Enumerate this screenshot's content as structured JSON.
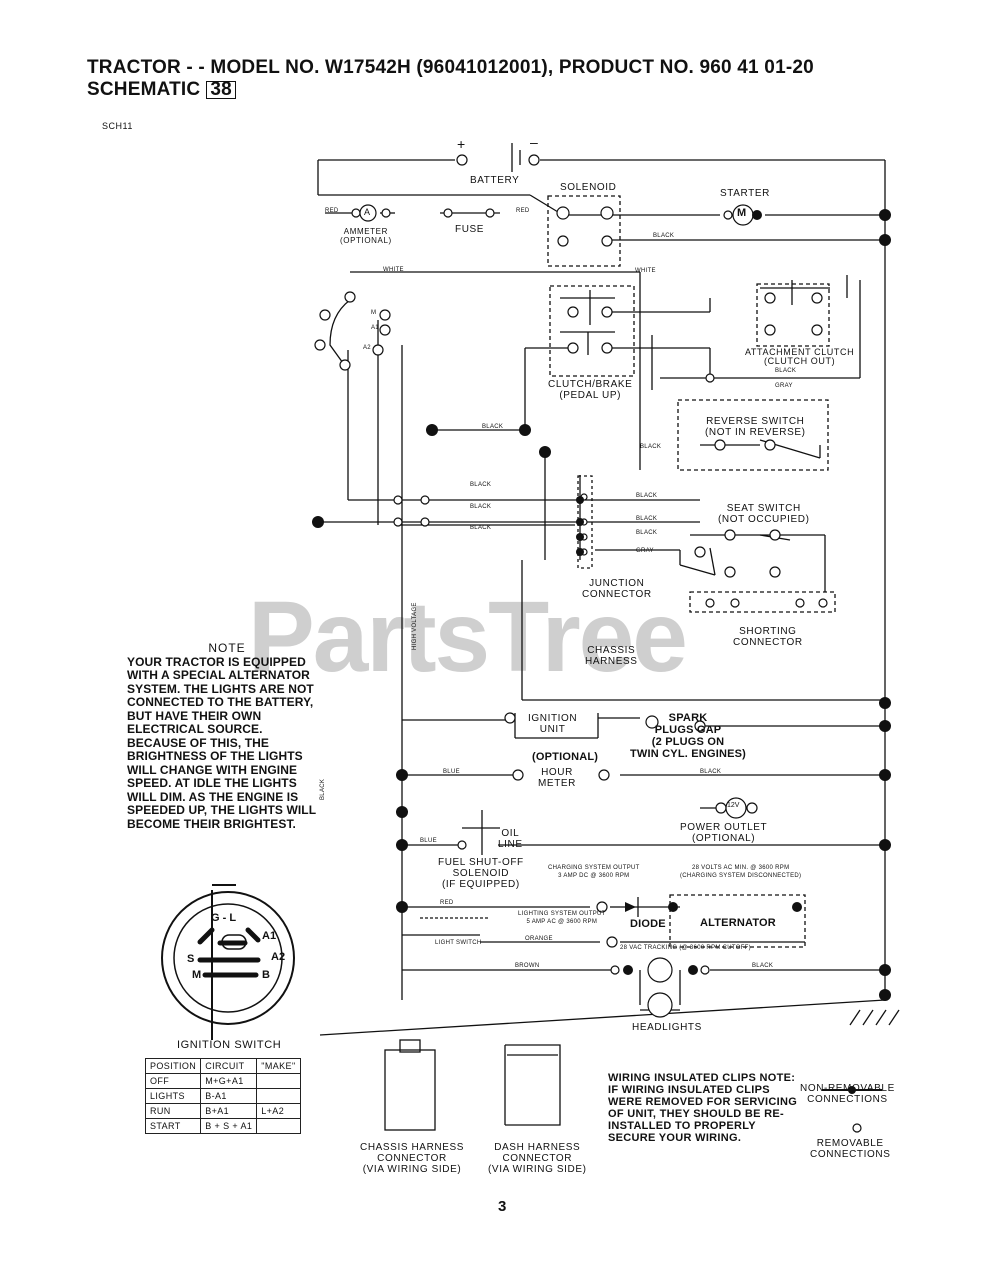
{
  "header": {
    "title_line1": "TRACTOR - - MODEL NO. W17542H  (96041012001), PRODUCT NO. 960 41 01-20",
    "title_line2": "SCHEMATIC",
    "schematic_number": "38",
    "code": "SCH11"
  },
  "labels": {
    "battery": "BATTERY",
    "plus": "+",
    "minus": "–",
    "solenoid": "SOLENOID",
    "starter": "STARTER",
    "motor_symbol": "M",
    "ammeter": "AMMETER\n(OPTIONAL)",
    "ammeter_symbol": "A",
    "fuse": "FUSE",
    "clutch_brake": "CLUTCH/BRAKE\n(PEDAL UP)",
    "attachment_clutch": "ATTACHMENT CLUTCH\n(CLUTCH OUT)",
    "reverse_switch": "REVERSE SWITCH\n(NOT IN REVERSE)",
    "seat_switch": "SEAT SWITCH\n(NOT OCCUPIED)",
    "junction_connector": "JUNCTION\nCONNECTOR",
    "shorting_connector": "SHORTING\nCONNECTOR",
    "chassis_harness": "CHASSIS\nHARNESS",
    "ignition_unit": "IGNITION\nUNIT",
    "spark_plugs": "SPARK\nPLUGS GAP\n(2 PLUGS ON\nTWIN CYL. ENGINES)",
    "hour_meter_optional": "(OPTIONAL)",
    "hour_meter": "HOUR\nMETER",
    "power_outlet": "POWER OUTLET\n(OPTIONAL)",
    "power_outlet_symbol": "12V",
    "oil_line": "OIL\nLINE",
    "fuel_solenoid": "FUEL SHUT-OFF\nSOLENOID\n(IF EQUIPPED)",
    "charging_output": "CHARGING SYSTEM OUTPUT\n3 AMP DC @ 3600 RPM",
    "ac_output": "28 VOLTS AC MIN. @ 3600 RPM\n(CHARGING SYSTEM DISCONNECTED)",
    "diode": "DIODE",
    "alternator": "ALTERNATOR",
    "lighting_output": "LIGHTING SYSTEM OUTPUT\n5 AMP AC @ 3600 RPM",
    "light_switch": "LIGHT SWITCH",
    "ac_tracking": "28 VAC TRACKING (@ 3600 RPM CUTOFF)",
    "headlights": "HEADLIGHTS",
    "ignition_switch": "IGNITION SWITCH",
    "chassis_connector": "CHASSIS HARNESS\nCONNECTOR\n(VIA WIRING SIDE)",
    "dash_connector": "DASH HARNESS\nCONNECTOR\n(VIA WIRING SIDE)",
    "non_removable": "NON-REMOVABLE\nCONNECTIONS",
    "removable": "REMOVABLE\nCONNECTIONS",
    "page_number": "3",
    "watermark": "PartsTree"
  },
  "wire_colors": {
    "red": "RED",
    "white": "WHITE",
    "black": "BLACK",
    "gray": "GRAY",
    "blue": "BLUE",
    "orange": "ORANGE",
    "brown": "BROWN",
    "high_voltage": "HIGH VOLTAGE"
  },
  "switch_terminals": {
    "m": "M",
    "a1": "A1",
    "a2": "A2",
    "s": "S",
    "gl": "G - L",
    "b": "B"
  },
  "note": {
    "heading": "NOTE",
    "body": "YOUR TRACTOR IS EQUIPPED WITH A SPECIAL ALTERNATOR SYSTEM. THE LIGHTS ARE NOT CONNECTED TO THE BATTERY, BUT HAVE THEIR OWN ELECTRICAL SOURCE. BECAUSE OF THIS, THE BRIGHTNESS OF THE LIGHTS WILL CHANGE WITH ENGINE SPEED.  AT IDLE THE LIGHTS WILL DIM.  AS THE ENGINE IS SPEEDED UP, THE LIGHTS WILL BECOME THEIR BRIGHTEST."
  },
  "position_table": {
    "headers": [
      "POSITION",
      "CIRCUIT",
      "\"MAKE\""
    ],
    "rows": [
      [
        "OFF",
        "M+G+A1",
        ""
      ],
      [
        "LIGHTS",
        "B-A1",
        ""
      ],
      [
        "RUN",
        "B+A1",
        "L+A2"
      ],
      [
        "START",
        "B + S + A1",
        ""
      ]
    ]
  },
  "wiring_clips": "WIRING INSULATED CLIPS NOTE: IF WIRING INSULATED CLIPS WERE REMOVED FOR SERVICING OF UNIT, THEY SHOULD BE RE-INSTALLED TO PROPERLY SECURE YOUR WIRING.",
  "colors": {
    "ink": "#111111",
    "watermark": "#cfcfcf",
    "paper": "#ffffff"
  }
}
